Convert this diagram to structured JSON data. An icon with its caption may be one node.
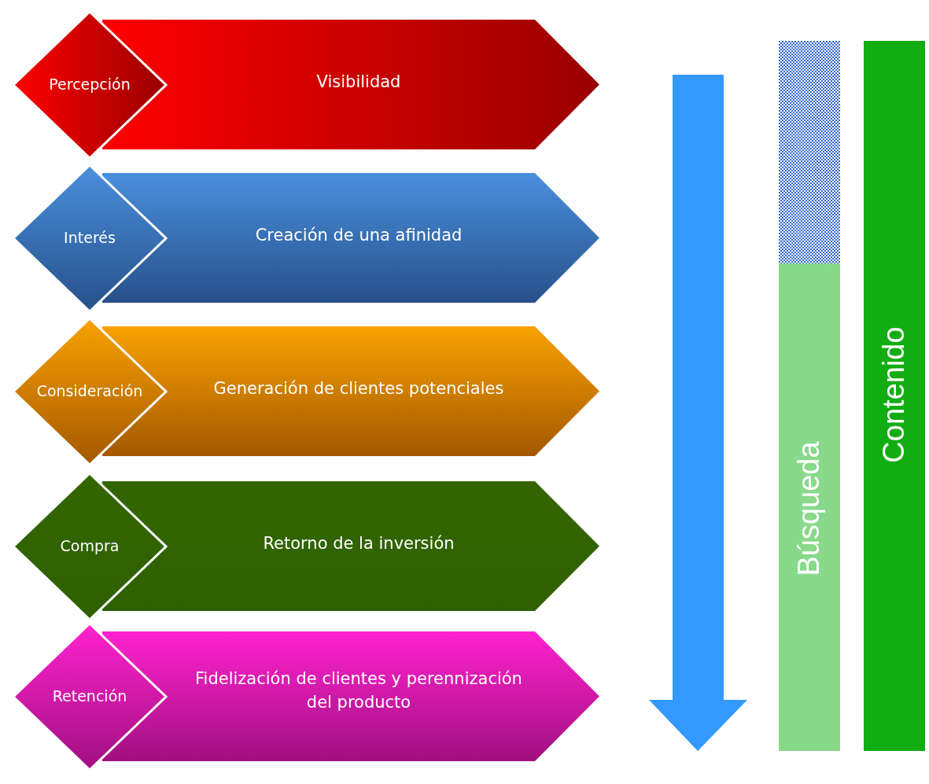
{
  "diagram": {
    "nodes": [
      {
        "text": [
          "Percepción"
        ]
      },
      {
        "text": [
          "Visibilidad"
        ]
      },
      {
        "text": [
          "Interés"
        ]
      },
      {
        "text": [
          "Creación de una afinidad"
        ]
      },
      {
        "text": [
          "Consideración"
        ]
      },
      {
        "text": [
          "Generación de clientes potenciales"
        ]
      },
      {
        "text": [
          "Compra"
        ]
      },
      {
        "text": [
          "Retorno de la inversión"
        ]
      },
      {
        "text": [
          "Retención"
        ]
      },
      {
        "text": [
          "Fidelización de clientes y perennización del producto"
        ]
      },
      {
        "text": [
          "Búsqueda"
        ]
      },
      {
        "text": [
          "Contenido"
        ]
      }
    ],
    "edges": []
  }
}
